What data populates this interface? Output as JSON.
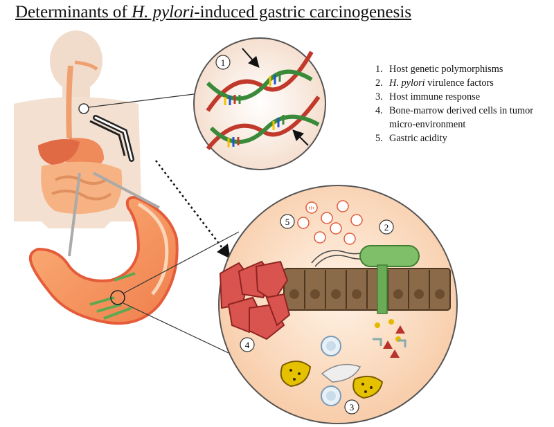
{
  "title": {
    "prefix": "Determinants of ",
    "italic": "H. pylori",
    "suffix": "-induced gastric carcinogenesis"
  },
  "legend": [
    {
      "num": "1.",
      "parts": [
        {
          "text": "Host genetic polymorphisms",
          "italic": false
        }
      ]
    },
    {
      "num": "2.",
      "parts": [
        {
          "text": "H. pylori",
          "italic": true
        },
        {
          "text": " virulence factors",
          "italic": false
        }
      ]
    },
    {
      "num": "3.",
      "parts": [
        {
          "text": "Host immune response",
          "italic": false
        }
      ]
    },
    {
      "num": "4.",
      "parts": [
        {
          "text": "Bone-marrow derived cells in tumor micro-environment",
          "italic": false
        }
      ]
    },
    {
      "num": "5.",
      "parts": [
        {
          "text": "Gastric acidity",
          "italic": false
        }
      ]
    }
  ],
  "markers": {
    "m1": "1",
    "m2": "2",
    "m3": "3",
    "m4": "4",
    "m5": "5"
  },
  "proton_label": "H+",
  "colors": {
    "dna_red": "#c0392b",
    "dna_green": "#3a8a3a",
    "stomach": "#f28d5c",
    "body_skin": "#f4e4d4",
    "circle_bg": "#fbe3cf",
    "epithelium": "#7a5a3a",
    "bacterium": "#7fbf6a",
    "tumor_cells": "#d9534f",
    "macrophage": "#e5c100"
  }
}
